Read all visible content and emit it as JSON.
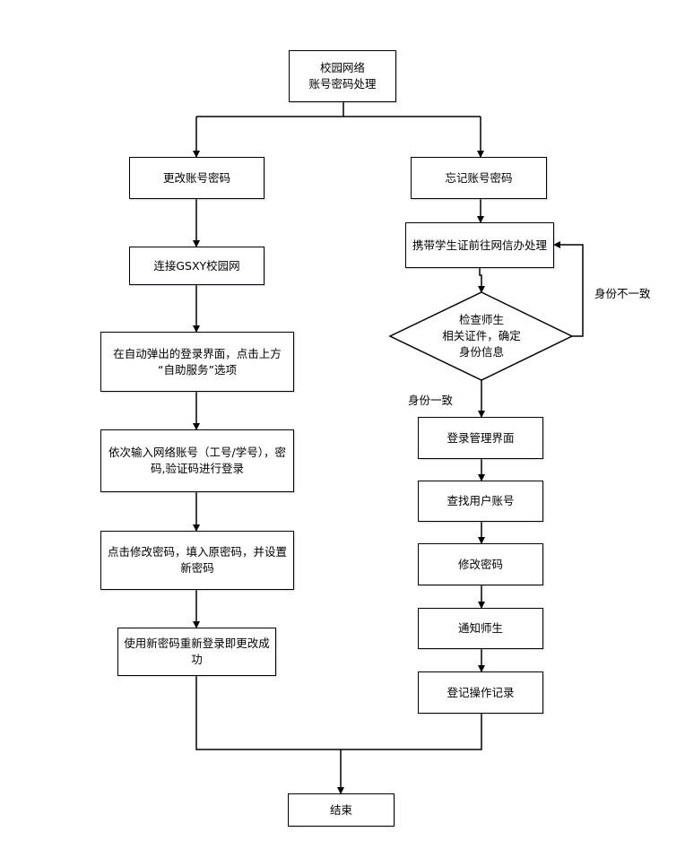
{
  "diagram": {
    "type": "flowchart",
    "start": {
      "id": "start",
      "label": "校园网络\n账号密码处理"
    },
    "left_branch": [
      {
        "id": "change",
        "label": "更改账号密码"
      },
      {
        "id": "connect",
        "label": "连接GSXY校园网"
      },
      {
        "id": "self-service",
        "label": "在自动弹出的登录界面，点击上方\n“自助服务”选项"
      },
      {
        "id": "login",
        "label": "依次输入网络账号（工号/学号），密\n码,验证码进行登录"
      },
      {
        "id": "modify",
        "label": "点击修改密码，填入原密码，并设置\n新密码"
      },
      {
        "id": "relogin",
        "label": "使用新密码重新登录即更改成\n功"
      }
    ],
    "right_branch": [
      {
        "id": "forgot",
        "label": "忘记账号密码"
      },
      {
        "id": "bring-id",
        "label": "携带学生证前往网信办处理"
      },
      {
        "id": "check",
        "shape": "diamond",
        "label": "检查师生\n相关证件，确定\n身份信息"
      },
      {
        "id": "admin-login",
        "label": "登录管理界面"
      },
      {
        "id": "find-user",
        "label": "查找用户账号"
      },
      {
        "id": "change-pw",
        "label": "修改密码"
      },
      {
        "id": "notify",
        "label": "通知师生"
      },
      {
        "id": "log",
        "label": "登记操作记录"
      }
    ],
    "end": {
      "id": "end",
      "label": "结束"
    },
    "edge_labels": {
      "mismatch": "身份不一致",
      "match": "身份一致"
    },
    "colors": {
      "stroke": "#000000",
      "fill": "#ffffff"
    }
  }
}
